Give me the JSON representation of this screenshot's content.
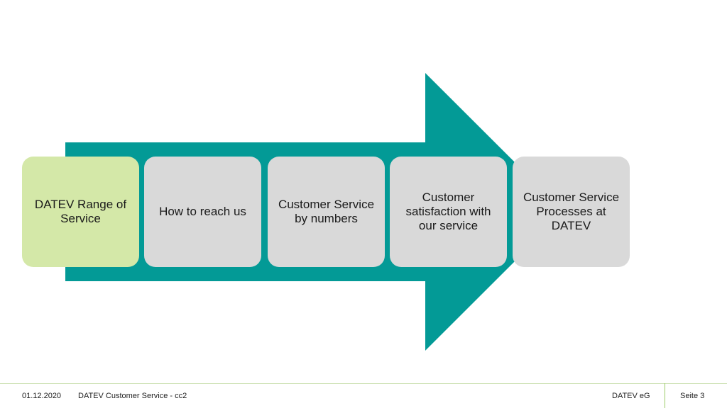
{
  "diagram": {
    "steps": [
      {
        "label": "DATEV Range of Service",
        "color": "#d4e8a8"
      },
      {
        "label": "How to reach us",
        "color": "#d9d9d9"
      },
      {
        "label": "Customer Service by numbers",
        "color": "#d9d9d9"
      },
      {
        "label": "Customer satisfaction with our service",
        "color": "#d9d9d9"
      },
      {
        "label": "Customer Service Processes at DATEV",
        "color": "#d9d9d9"
      }
    ],
    "arrow_color": "#039a96"
  },
  "footer": {
    "date": "01.12.2020",
    "title": "DATEV Customer Service - cc2",
    "company": "DATEV eG",
    "page": "Seite 3"
  }
}
